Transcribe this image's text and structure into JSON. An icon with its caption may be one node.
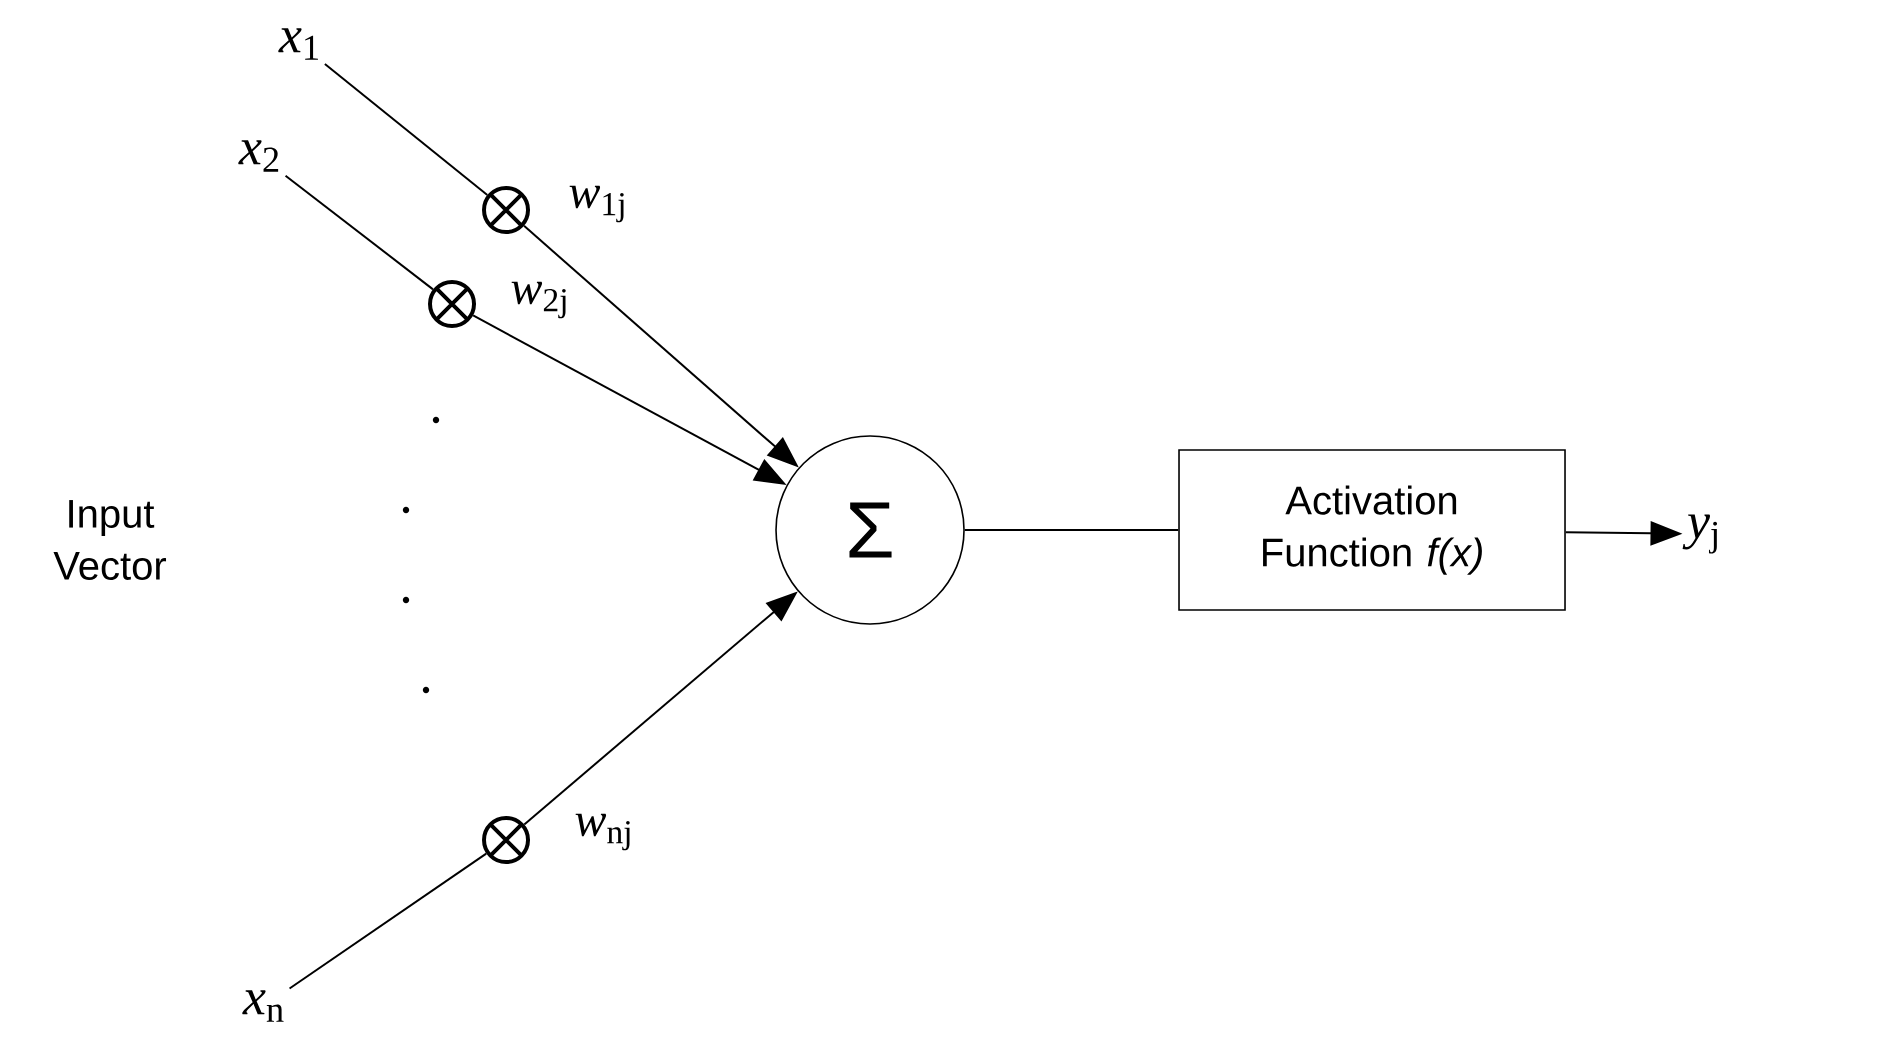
{
  "diagram": {
    "nodes": [
      {
        "text": [
          "*x*$_{1}$"
        ]
      },
      {
        "text": [
          "*x*$_{2}$"
        ]
      },
      {
        "text": [
          "*x*$_{n}$"
        ]
      },
      {
        "text": [],
        "shape": "circle",
        "beside": [
          "*w*$_{1j}$"
        ]
      },
      {
        "text": [],
        "shape": "circle",
        "beside": [
          "*w*$_{2j}$"
        ]
      },
      {
        "text": [],
        "shape": "circle",
        "beside": [
          "*w*$_{nj}$"
        ]
      },
      {
        "text": [
          "Σ"
        ]
      },
      {
        "text": [
          "Activation Function *f(x)*"
        ]
      },
      {
        "text": [
          "*y*$_{j}$"
        ]
      }
    ],
    "edges": [
      {
        "from": 0,
        "to": 3,
        "arrow": "none"
      },
      {
        "from": 3,
        "to": 6,
        "arrow": "to"
      },
      {
        "from": 1,
        "to": 4,
        "arrow": "none"
      },
      {
        "from": 4,
        "to": 6,
        "arrow": "to"
      },
      {
        "from": 2,
        "to": 5,
        "arrow": "none"
      },
      {
        "from": 5,
        "to": 6,
        "arrow": "to"
      },
      {
        "from": 6,
        "to": 7,
        "arrow": "none"
      },
      {
        "from": 7,
        "to": 8,
        "arrow": "to"
      }
    ],
    "labels": [
      "Input Vector"
    ]
  }
}
